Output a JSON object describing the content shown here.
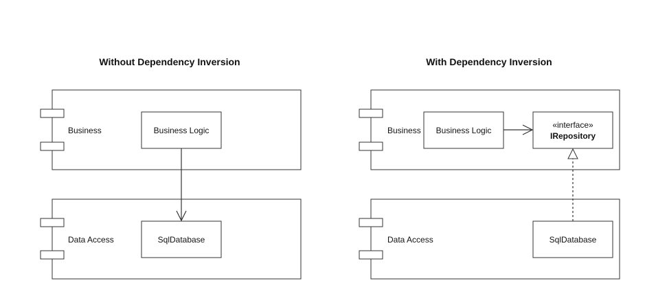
{
  "left": {
    "title": "Without Dependency Inversion",
    "business": {
      "label": "Business",
      "inner": "Business Logic"
    },
    "data_access": {
      "label": "Data Access",
      "inner": "SqlDatabase"
    }
  },
  "right": {
    "title": "With Dependency Inversion",
    "business": {
      "label": "Business",
      "inner": "Business Logic",
      "interface_stereotype": "«interface»",
      "interface_name": "IRepository"
    },
    "data_access": {
      "label": "Data Access",
      "inner": "SqlDatabase"
    }
  }
}
